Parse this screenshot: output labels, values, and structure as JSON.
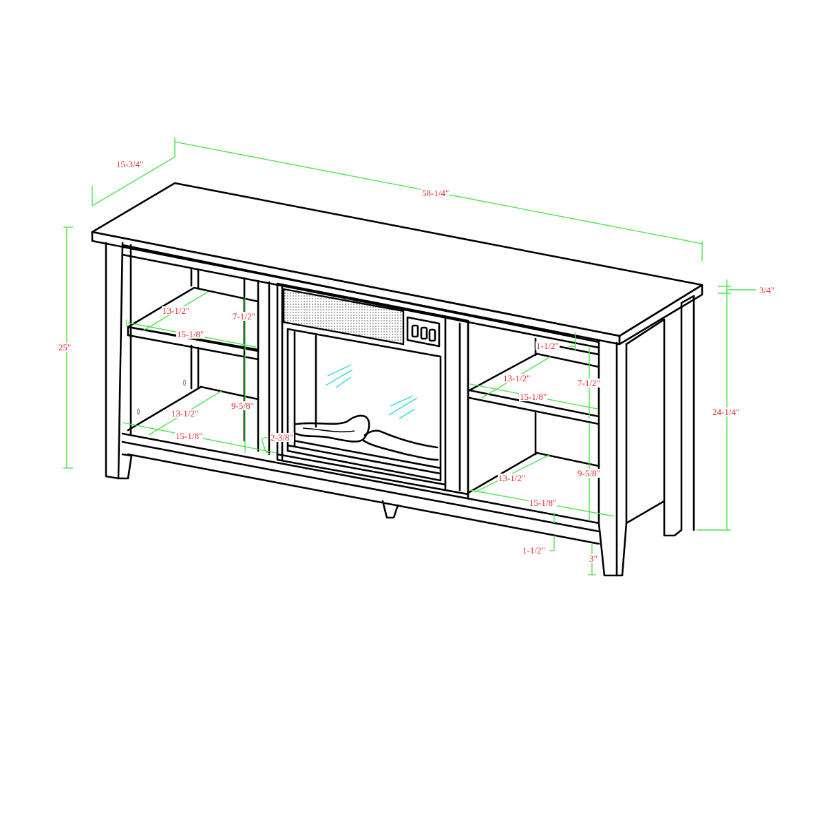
{
  "drawing": {
    "subject": "TV stand with electric fireplace insert",
    "colors": {
      "outline": "#000000",
      "dimension_line": "#4ee44e",
      "dimension_text": "#e8242a",
      "glass_glint": "#35d6e0",
      "background": "#ffffff"
    }
  },
  "dimensions": {
    "depth": "15-3/4\"",
    "width": "58-1/4\"",
    "overall_height": "25\"",
    "top_thickness": "3/4\"",
    "height_below_top": "24-1/4\"",
    "left_upper_shelf_depth": "13-1/2\"",
    "left_upper_shelf_width": "15-1/8\"",
    "left_upper_opening_height": "7-1/2\"",
    "left_lower_shelf_depth": "13-1/2\"",
    "left_lower_shelf_width": "15-1/8\"",
    "left_lower_opening_height": "9-5/8\"",
    "fireplace_offset": "2-3/8\"",
    "right_top_gap": "1-1/2\"",
    "right_upper_shelf_depth": "13-1/2\"",
    "right_upper_shelf_width": "15-1/8\"",
    "right_upper_opening_height": "7-1/2\"",
    "right_lower_shelf_depth": "13-1/2\"",
    "right_lower_shelf_width": "15-1/8\"",
    "right_lower_opening_height": "9-5/8\"",
    "apron_height": "1-1/2\"",
    "leg_clearance": "3\""
  },
  "fireplace": {
    "control_buttons": 3
  }
}
